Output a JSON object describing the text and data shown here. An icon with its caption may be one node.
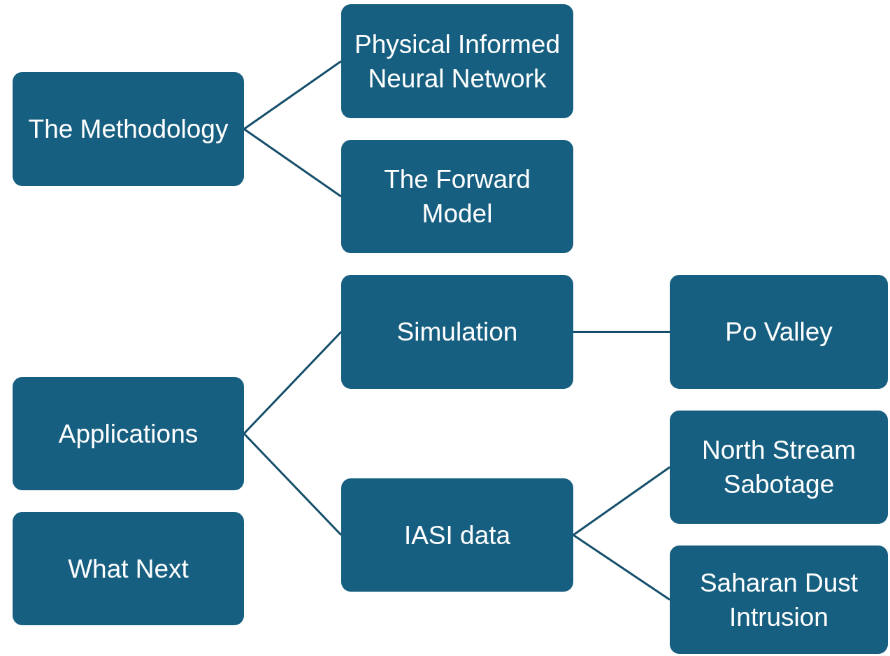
{
  "diagram": {
    "nodes": [
      {
        "text": [
          "The Methodology"
        ]
      },
      {
        "text": [
          "Physical Informed Neural Network"
        ]
      },
      {
        "text": [
          "The Forward Model"
        ]
      },
      {
        "text": [
          "Applications"
        ]
      },
      {
        "text": [
          "Simulation"
        ]
      },
      {
        "text": [
          "Po Valley"
        ]
      },
      {
        "text": [
          "IASI data"
        ]
      },
      {
        "text": [
          "North Stream Sabotage"
        ]
      },
      {
        "text": [
          "Saharan Dust Intrusion"
        ]
      },
      {
        "text": [
          "What Next"
        ]
      }
    ],
    "edges": [
      {
        "from": 0,
        "to": 1,
        "arrow": "none"
      },
      {
        "from": 0,
        "to": 2,
        "arrow": "none"
      },
      {
        "from": 3,
        "to": 4,
        "arrow": "none"
      },
      {
        "from": 3,
        "to": 6,
        "arrow": "none"
      },
      {
        "from": 4,
        "to": 5,
        "arrow": "none"
      },
      {
        "from": 6,
        "to": 7,
        "arrow": "none"
      },
      {
        "from": 6,
        "to": 8,
        "arrow": "none"
      }
    ]
  }
}
